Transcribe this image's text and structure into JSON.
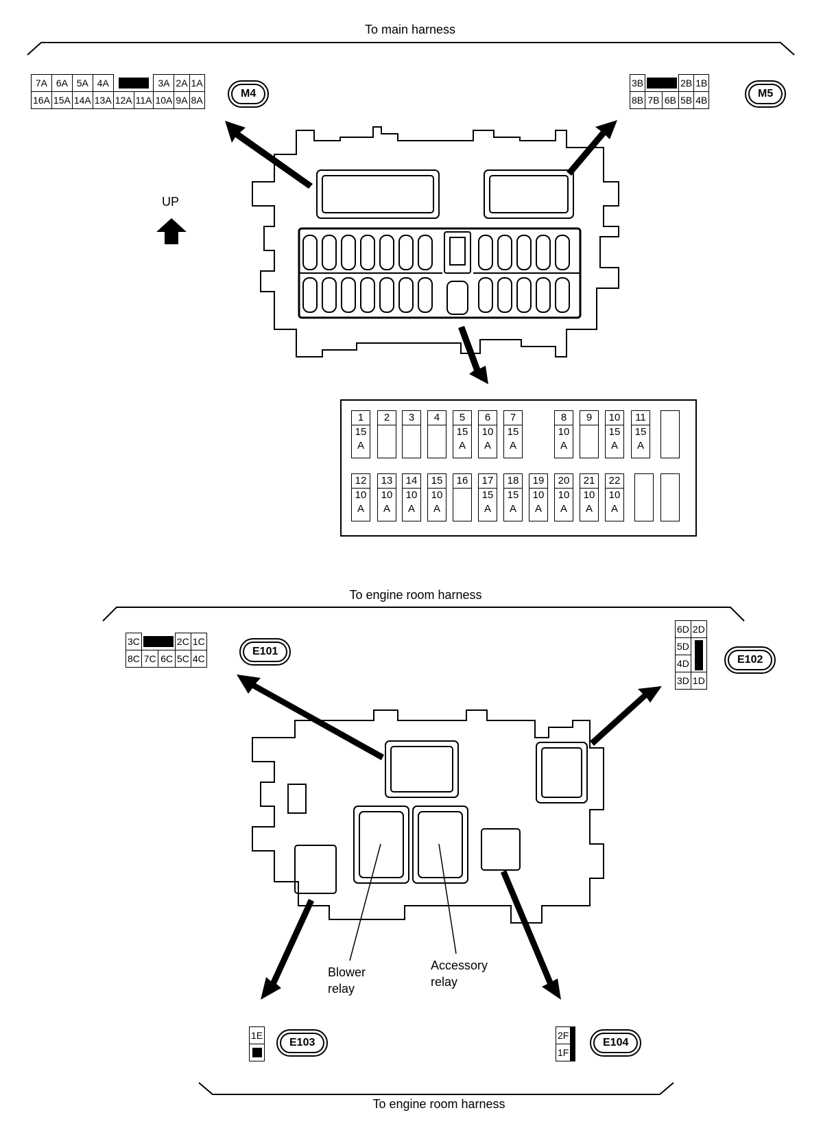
{
  "top_title": "To main harness",
  "up_label": "UP",
  "m4": {
    "id": "M4",
    "row1": [
      "7A",
      "6A",
      "5A",
      "4A",
      "",
      "3A",
      "2A",
      "1A"
    ],
    "row2": [
      "16A",
      "15A",
      "14A",
      "13A",
      "12A",
      "11A",
      "10A",
      "9A",
      "8A"
    ]
  },
  "m5": {
    "id": "M5",
    "row1": [
      "3B",
      "",
      "2B",
      "1B"
    ],
    "row2": [
      "8B",
      "7B",
      "6B",
      "5B",
      "4B"
    ]
  },
  "fuses_row1": [
    {
      "num": "1",
      "amp": "15 A"
    },
    {
      "num": "2",
      "amp": ""
    },
    {
      "num": "3",
      "amp": ""
    },
    {
      "num": "4",
      "amp": ""
    },
    {
      "num": "5",
      "amp": "15 A"
    },
    {
      "num": "6",
      "amp": "10 A"
    },
    {
      "num": "7",
      "amp": "15 A"
    },
    {
      "num": "8",
      "amp": "10 A"
    },
    {
      "num": "9",
      "amp": ""
    },
    {
      "num": "10",
      "amp": "15 A"
    },
    {
      "num": "11",
      "amp": "15 A"
    },
    {
      "num": "",
      "amp": ""
    }
  ],
  "fuses_row2": [
    {
      "num": "12",
      "amp": "10 A"
    },
    {
      "num": "13",
      "amp": "10 A"
    },
    {
      "num": "14",
      "amp": "10 A"
    },
    {
      "num": "15",
      "amp": "10 A"
    },
    {
      "num": "16",
      "amp": ""
    },
    {
      "num": "17",
      "amp": "15 A"
    },
    {
      "num": "18",
      "amp": "15 A"
    },
    {
      "num": "19",
      "amp": "10 A"
    },
    {
      "num": "20",
      "amp": "10 A"
    },
    {
      "num": "21",
      "amp": "10 A"
    },
    {
      "num": "22",
      "amp": "10 A"
    },
    {
      "num": "",
      "amp": ""
    },
    {
      "num": "",
      "amp": ""
    }
  ],
  "mid_title": "To engine room harness",
  "e101": {
    "id": "E101",
    "row1": [
      "3C",
      "",
      "2C",
      "1C"
    ],
    "row2": [
      "8C",
      "7C",
      "6C",
      "5C",
      "4C"
    ]
  },
  "e102": {
    "id": "E102",
    "rows": [
      [
        "6D",
        "2D"
      ],
      [
        "5D",
        ""
      ],
      [
        "4D",
        ""
      ],
      [
        "3D",
        "1D"
      ]
    ]
  },
  "e103": {
    "id": "E103",
    "cells": [
      "1E",
      ""
    ]
  },
  "e104": {
    "id": "E104",
    "cells": [
      "2F",
      "1F"
    ]
  },
  "blower_relay": "Blower\nrelay",
  "blower_relay_l1": "Blower",
  "blower_relay_l2": "relay",
  "accessory_relay_l1": "Accessory",
  "accessory_relay_l2": "relay",
  "bottom_title": "To engine room harness"
}
